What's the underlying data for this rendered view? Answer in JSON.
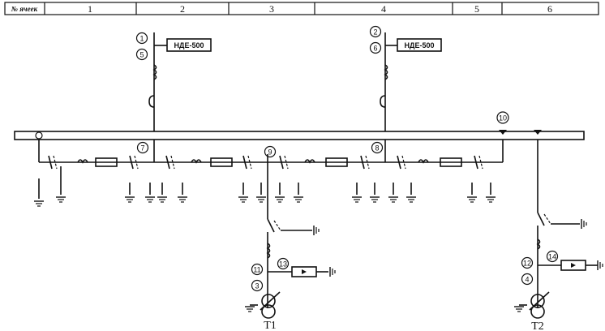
{
  "header": {
    "row_label": "№ ячеек",
    "cells": [
      "1",
      "2",
      "3",
      "4",
      "5",
      "6"
    ]
  },
  "arresters": {
    "left": "НДЕ-500",
    "right": "НДЕ-500"
  },
  "markers": {
    "m1": "1",
    "m2": "2",
    "m3": "3",
    "m4": "4",
    "m5": "5",
    "m6": "6",
    "m7": "7",
    "m8": "8",
    "m9": "9",
    "m10": "10",
    "m11": "11",
    "m12": "12",
    "m13": "13",
    "m14": "14"
  },
  "transformers": {
    "t1": "T1",
    "t2": "T2"
  }
}
